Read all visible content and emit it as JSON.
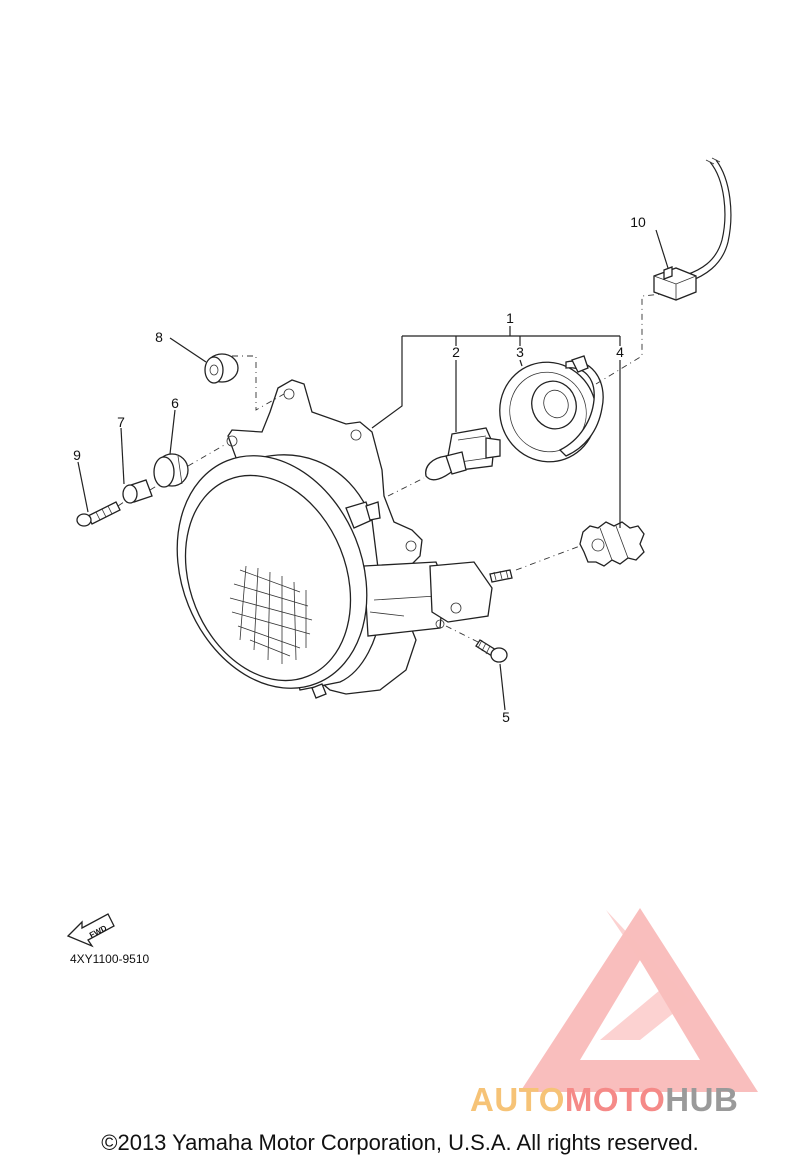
{
  "diagram": {
    "part_labels": [
      "1",
      "2",
      "3",
      "4",
      "5",
      "6",
      "7",
      "8",
      "9",
      "10"
    ],
    "fwd_arrow_label": "FWD",
    "drawing_code": "4XY1100-9510"
  },
  "watermark": {
    "segments": [
      "AUTO",
      "MOTO",
      "HUB"
    ],
    "colors": {
      "auto": "#f6c377",
      "moto": "#f58a88",
      "hub": "#9a9a9a",
      "logo": "#f58a88"
    }
  },
  "copyright": "©2013 Yamaha Motor Corporation, U.S.A. All rights reserved."
}
